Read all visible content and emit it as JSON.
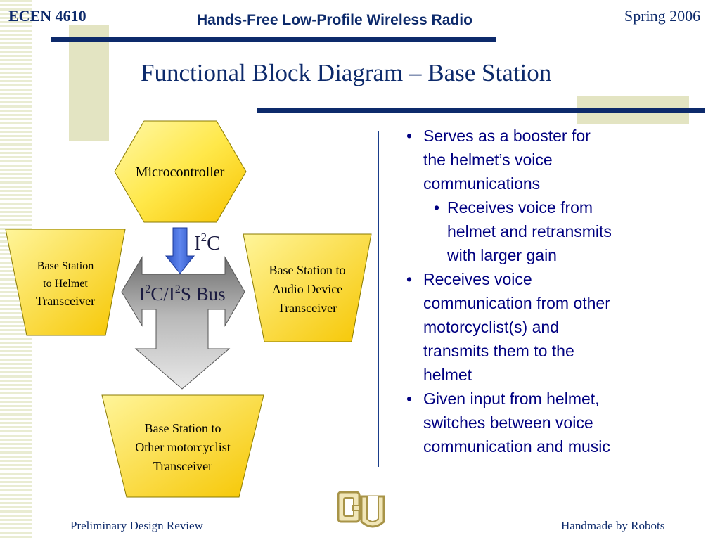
{
  "header": {
    "course": "ECEN 4610",
    "project_title": "Hands-Free Low-Profile Wireless Radio",
    "term": "Spring 2006"
  },
  "slide": {
    "title": "Functional Block Diagram – Base Station"
  },
  "diagram": {
    "microcontroller": "Microcontroller",
    "bus_label": {
      "base1": "I",
      "sup1": "2",
      "base2": "C/I",
      "sup2": "2",
      "base3": "S Bus"
    },
    "i2c_label": {
      "base": "I",
      "sup": "2",
      "tail": "C"
    },
    "left_block": [
      "Base Station",
      "to Helmet",
      "Transceiver"
    ],
    "right_block": [
      "Base Station to",
      "Audio Device",
      "Transceiver"
    ],
    "bottom_block": [
      "Base Station to",
      "Other motorcyclist",
      "Transceiver"
    ]
  },
  "bullets": [
    {
      "level": 1,
      "text": [
        "Serves as a booster for",
        "the helmet’s voice",
        "communications"
      ]
    },
    {
      "level": 2,
      "text": [
        "Receives voice from",
        "helmet and retransmits",
        "with larger gain"
      ]
    },
    {
      "level": 1,
      "text": [
        "Receives voice",
        "communication from other",
        "motorcyclist(s) and",
        "transmits them to the",
        "helmet"
      ]
    },
    {
      "level": 1,
      "text": [
        "Given input from helmet,",
        "switches between voice",
        "communication and music"
      ]
    }
  ],
  "footer": {
    "left": "Preliminary Design Review",
    "right": "Handmade by Robots"
  },
  "colors": {
    "navy": "#0d2a6b",
    "bullet_text": "#000080",
    "block_yellow": "#ffe84a",
    "arrow_blue": "#3a64d6",
    "bus_gray": "#9a9a9a"
  },
  "icons": {
    "logo": "cu-logo"
  }
}
